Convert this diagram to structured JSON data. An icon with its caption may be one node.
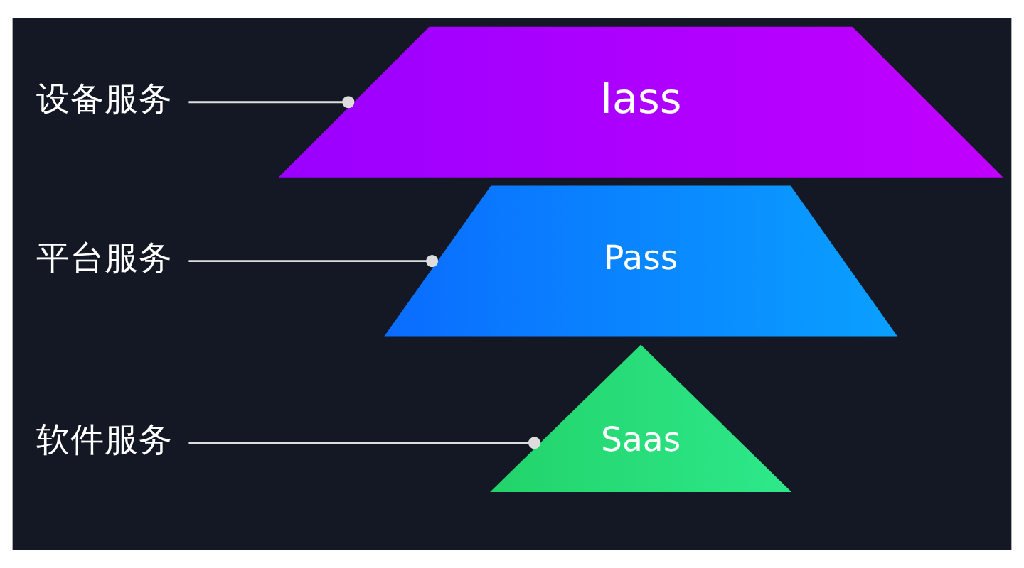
{
  "diagram": {
    "nodes": [
      {
        "text": [
          "软件服务"
        ]
      },
      {
        "text": [
          "Saas"
        ]
      },
      {
        "text": [
          "平台服务"
        ]
      },
      {
        "text": [
          "Pass"
        ]
      },
      {
        "text": [
          "设备服务"
        ]
      },
      {
        "text": [
          "Iass"
        ]
      }
    ],
    "edges": [
      {
        "from": 0,
        "to": 1,
        "arrow": "other"
      },
      {
        "from": 2,
        "to": 3,
        "arrow": "other"
      },
      {
        "from": 4,
        "to": 5,
        "arrow": "other"
      }
    ]
  }
}
